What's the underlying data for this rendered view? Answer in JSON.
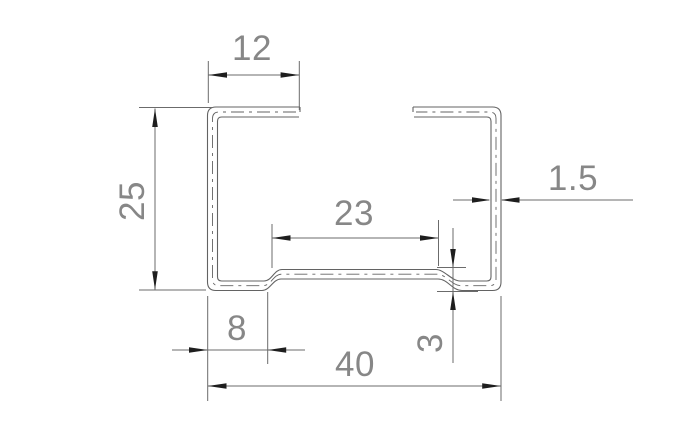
{
  "drawing": {
    "dimensions": {
      "top_flange_width": "12",
      "profile_height": "25",
      "wall_thickness": "1.5",
      "bottom_center_width": "23",
      "bottom_step_inset": "8",
      "bottom_step_depth": "3",
      "overall_width": "40"
    },
    "colors": {
      "background": "#ffffff",
      "profile_line": "#636363",
      "dimension_line": "#6b6b6b",
      "arrow": "#1e1e1e",
      "text_color": "#878787"
    }
  }
}
